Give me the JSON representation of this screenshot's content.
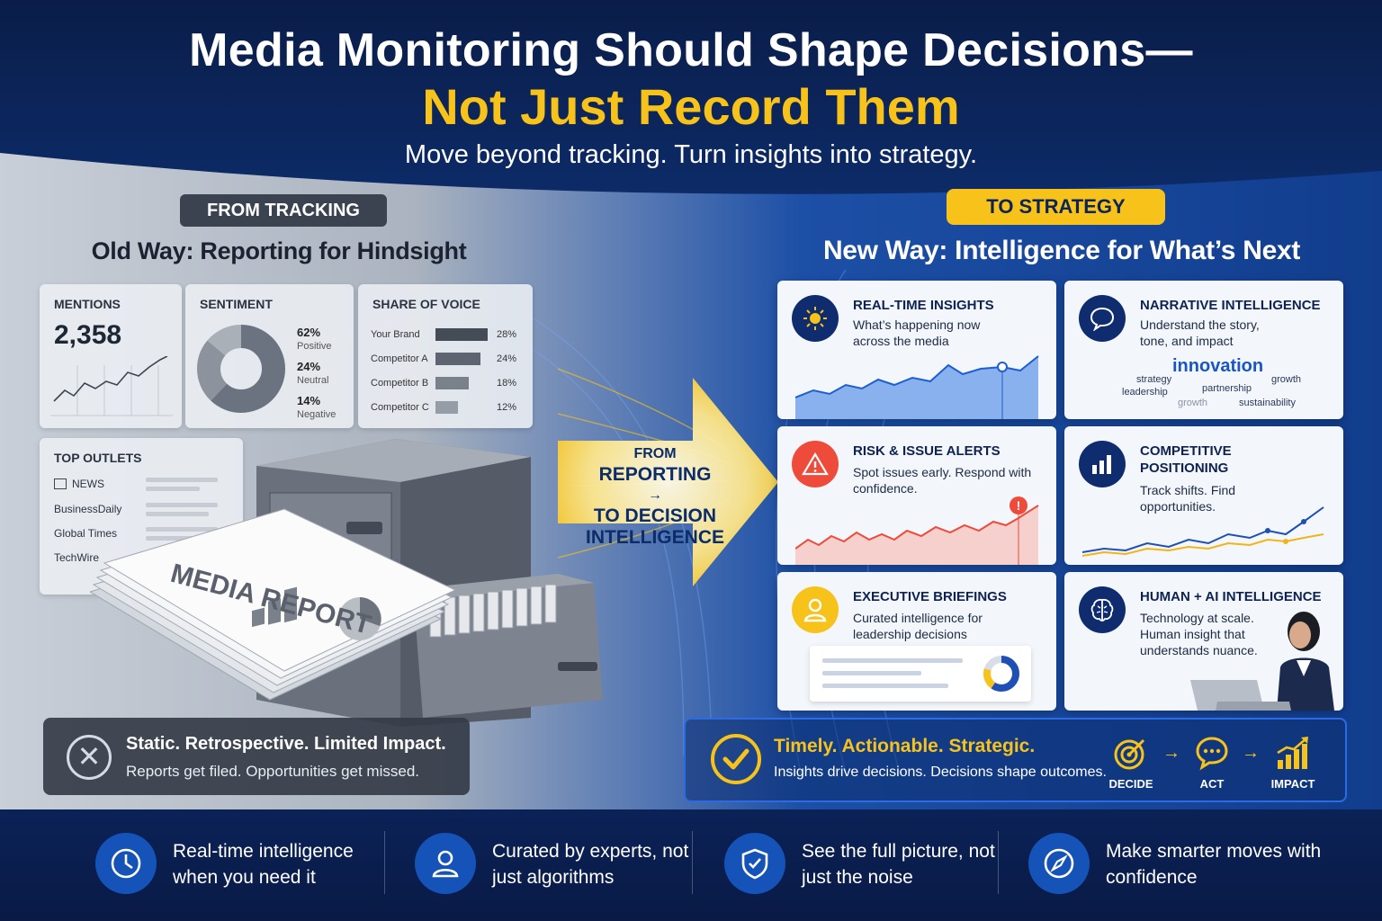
{
  "header": {
    "title_line1": "Media Monitoring Should Shape Decisions—",
    "title_line2": "Not Just Record Them",
    "subtitle": "Move beyond tracking. Turn insights into strategy."
  },
  "left": {
    "pill": "FROM TRACKING",
    "heading": "Old Way: Reporting for Hindsight",
    "mentions": {
      "label": "MENTIONS",
      "value": "2,358"
    },
    "sentiment": {
      "label": "SENTIMENT",
      "rows": [
        {
          "pct": "62%",
          "name": "Positive"
        },
        {
          "pct": "24%",
          "name": "Neutral"
        },
        {
          "pct": "14%",
          "name": "Negative"
        }
      ]
    },
    "share_of_voice": {
      "label": "SHARE OF VOICE",
      "rows": [
        {
          "name": "Your Brand",
          "pct": "28%",
          "value": 28
        },
        {
          "name": "Competitor A",
          "pct": "24%",
          "value": 24
        },
        {
          "name": "Competitor B",
          "pct": "18%",
          "value": 18
        },
        {
          "name": "Competitor C",
          "pct": "12%",
          "value": 12
        }
      ]
    },
    "top_outlets": {
      "label": "TOP OUTLETS",
      "items": [
        "NEWS",
        "BusinessDaily",
        "Global Times",
        "TechWire"
      ]
    },
    "report_text": "MEDIA REPORT",
    "status": {
      "title": "Static. Retrospective. Limited Impact.",
      "desc": "Reports get filed. Opportunities get missed.",
      "icon": "x-circle-icon"
    }
  },
  "center": {
    "line1": "FROM",
    "line2": "REPORTING",
    "line3": "→",
    "line4": "TO DECISION INTELLIGENCE"
  },
  "right": {
    "pill": "TO STRATEGY",
    "heading": "New Way: Intelligence for What’s Next",
    "cards": [
      {
        "title": "REAL-TIME INSIGHTS",
        "desc": "What’s happening now across the media",
        "icon": "sun-icon",
        "color": "#0f2d6e"
      },
      {
        "title": "NARRATIVE INTELLIGENCE",
        "desc": "Understand the story, tone, and impact",
        "icon": "chat-bubble-icon",
        "color": "#0f2d6e"
      },
      {
        "title": "RISK & ISSUE ALERTS",
        "desc": "Spot issues early. Respond with confidence.",
        "icon": "warning-icon",
        "color": "#ee4b3a"
      },
      {
        "title": "COMPETITIVE POSITIONING",
        "desc": "Track shifts. Find opportunities.",
        "icon": "bar-chart-icon",
        "color": "#0f2d6e"
      },
      {
        "title": "EXECUTIVE BRIEFINGS",
        "desc": "Curated intelligence for leadership decisions",
        "icon": "person-icon",
        "color": "#f7c21a"
      },
      {
        "title": "HUMAN + AI INTELLIGENCE",
        "desc": "Technology at scale. Human insight that understands nuance.",
        "icon": "brain-icon",
        "color": "#0f2d6e"
      }
    ],
    "word_cloud": {
      "main": "innovation",
      "words": [
        "strategy",
        "growth",
        "leadership",
        "partnership",
        "growth",
        "sustainability"
      ]
    },
    "outcome": {
      "title": "Timely. Actionable. Strategic.",
      "desc": "Insights drive decisions. Decisions shape outcomes.",
      "steps": [
        "DECIDE",
        "ACT",
        "IMPACT"
      ]
    }
  },
  "features": [
    {
      "text": "Real-time intelligence when you need it",
      "icon": "clock-icon"
    },
    {
      "text": "Curated by experts, not just algorithms",
      "icon": "user-icon"
    },
    {
      "text": "See the full picture, not just the noise",
      "icon": "shield-check-icon"
    },
    {
      "text": "Make smarter moves with confidence",
      "icon": "compass-icon"
    }
  ],
  "colors": {
    "accent": "#f7c21a",
    "navy": "#0a1f4d",
    "brand_blue": "#1553b9",
    "alert_red": "#ee4b3a"
  }
}
